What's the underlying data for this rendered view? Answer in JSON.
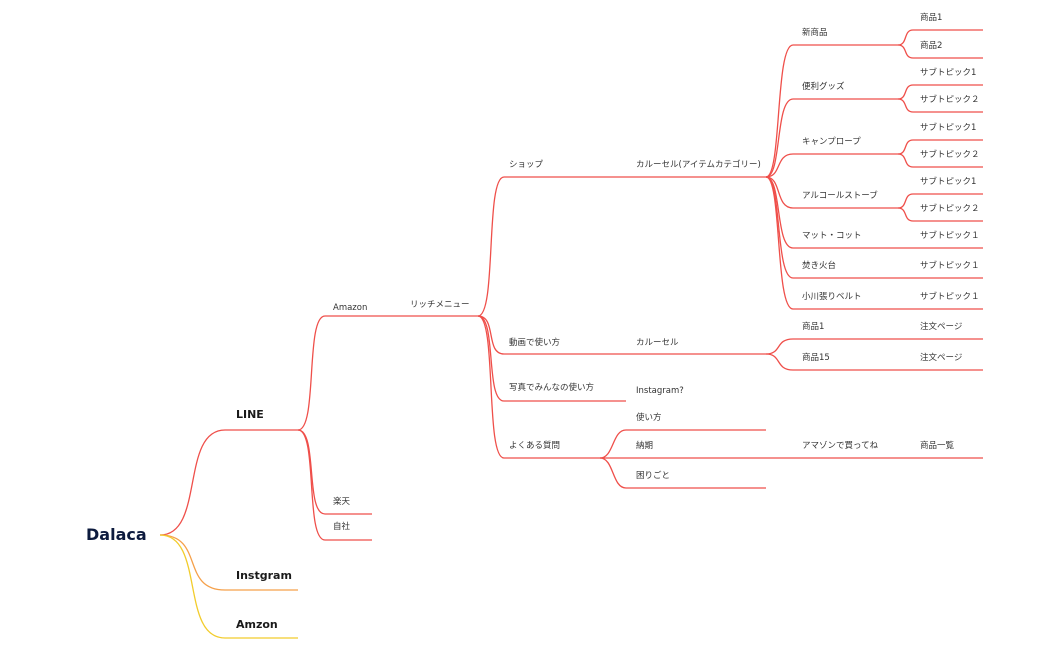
{
  "colors": {
    "red_branch": "#ef4f4a",
    "orange_branch": "#f5a04a",
    "yellow_branch": "#f2cc2c",
    "root_text": "#0d1b3e"
  },
  "mindmap": {
    "root": "Dalaca",
    "branches": [
      {
        "label": "LINE"
      },
      {
        "label": "Instgram"
      },
      {
        "label": "Amzon"
      }
    ],
    "line": {
      "children": [
        "Amazon",
        "楽天",
        "自社"
      ],
      "amazon": {
        "rich_menu": "リッチメニュー",
        "sections": [
          "ショップ",
          "動画で使い方",
          "写真でみんなの使い方",
          "よくある質問"
        ],
        "shop": {
          "carousel": "カルーセル(アイテムカテゴリー)",
          "categories": [
            "新商品",
            "便利グッズ",
            "キャンプロープ",
            "アルコールストーブ",
            "マット・コット",
            "焚き火台",
            "小川張りベルト"
          ]
        },
        "video": {
          "carousel": "カルーセル",
          "products": [
            "商品1",
            "商品15"
          ],
          "order_page": "注文ページ"
        },
        "photo": {
          "child": "Instagram?"
        },
        "faq": {
          "items": [
            "使い方",
            "納期",
            "困りごと"
          ],
          "amazon_note": "アマゾンで買ってね",
          "product_list": "商品一覧"
        },
        "leaves": {
          "product_1": "商品1",
          "product_2": "商品2",
          "subtopic_1": "サブトピック1",
          "subtopic_2": "サブトピック２",
          "subtopic_1b": "サブトピック１"
        }
      }
    }
  }
}
